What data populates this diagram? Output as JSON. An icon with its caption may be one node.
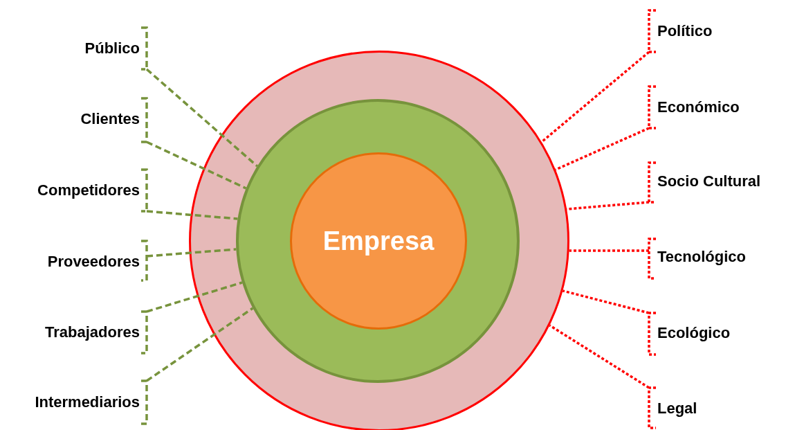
{
  "diagram": {
    "nodes": [
      {
        "text": [],
        "shape": "circle"
      },
      {
        "text": [],
        "shape": "circle",
        "in": 0
      },
      {
        "text": [
          "Empresa"
        ],
        "in": 1
      },
      {
        "text": [
          "Público"
        ]
      },
      {
        "text": [
          "Clientes"
        ]
      },
      {
        "text": [
          "Competidores"
        ]
      },
      {
        "text": [
          "Proveedores"
        ]
      },
      {
        "text": [
          "Trabajadores"
        ]
      },
      {
        "text": [
          "Intermediarios"
        ]
      },
      {
        "text": [
          "Político"
        ]
      },
      {
        "text": [
          "Económico"
        ]
      },
      {
        "text": [
          "Socio Cultural"
        ]
      },
      {
        "text": [
          "Tecnológico"
        ]
      },
      {
        "text": [
          "Ecológico"
        ]
      },
      {
        "text": [
          "Legal"
        ]
      }
    ],
    "edges": [
      {
        "from": 3,
        "to": 1,
        "arrow": "none",
        "style": "dashed",
        "color": "#77933c"
      },
      {
        "from": 4,
        "to": 1,
        "arrow": "none",
        "style": "dashed",
        "color": "#77933c"
      },
      {
        "from": 5,
        "to": 1,
        "arrow": "none",
        "style": "dashed",
        "color": "#77933c"
      },
      {
        "from": 6,
        "to": 1,
        "arrow": "none",
        "style": "dashed",
        "color": "#77933c"
      },
      {
        "from": 7,
        "to": 1,
        "arrow": "none",
        "style": "dashed",
        "color": "#77933c"
      },
      {
        "from": 8,
        "to": 1,
        "arrow": "none",
        "style": "dashed",
        "color": "#77933c"
      },
      {
        "from": 9,
        "to": 0,
        "arrow": "none",
        "style": "dashed",
        "color": "#ff0000"
      },
      {
        "from": 10,
        "to": 0,
        "arrow": "none",
        "style": "dashed",
        "color": "#ff0000"
      },
      {
        "from": 11,
        "to": 0,
        "arrow": "none",
        "style": "dashed",
        "color": "#ff0000"
      },
      {
        "from": 12,
        "to": 0,
        "arrow": "none",
        "style": "dashed",
        "color": "#ff0000"
      },
      {
        "from": 13,
        "to": 0,
        "arrow": "none",
        "style": "dashed",
        "color": "#ff0000"
      },
      {
        "from": 14,
        "to": 0,
        "arrow": "none",
        "style": "dashed",
        "color": "#ff0000"
      }
    ]
  }
}
